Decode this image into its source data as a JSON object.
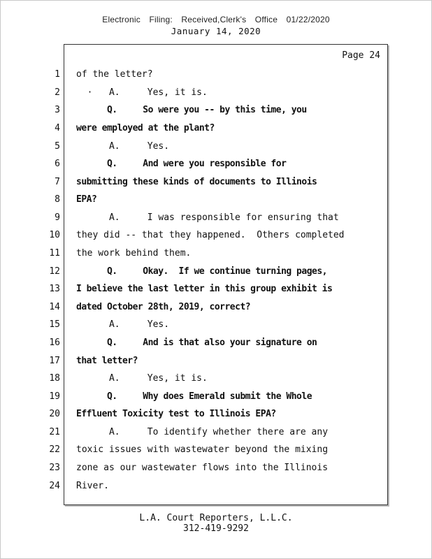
{
  "header": {
    "filing_line": "Electronic Filing: Received,Clerk's Office 01/22/2020",
    "date_line": "January 14, 2020"
  },
  "page": {
    "page_label": "Page 24"
  },
  "transcript": {
    "lines": [
      {
        "n": 1,
        "t": "of the letter?",
        "b": false
      },
      {
        "n": 2,
        "t": "  ·   A.     Yes, it is.",
        "b": false
      },
      {
        "n": 3,
        "t": "      Q.     So were you -- by this time, you",
        "b": true
      },
      {
        "n": 4,
        "t": "were employed at the plant?",
        "b": true
      },
      {
        "n": 5,
        "t": "      A.     Yes.",
        "b": false
      },
      {
        "n": 6,
        "t": "      Q.     And were you responsible for",
        "b": true
      },
      {
        "n": 7,
        "t": "submitting these kinds of documents to Illinois",
        "b": true
      },
      {
        "n": 8,
        "t": "EPA?",
        "b": true
      },
      {
        "n": 9,
        "t": "      A.     I was responsible for ensuring that",
        "b": false
      },
      {
        "n": 10,
        "t": "they did -- that they happened.  Others completed",
        "b": false
      },
      {
        "n": 11,
        "t": "the work behind them.",
        "b": false
      },
      {
        "n": 12,
        "t": "      Q.     Okay.  If we continue turning pages,",
        "b": true
      },
      {
        "n": 13,
        "t": "I believe the last letter in this group exhibit is",
        "b": true
      },
      {
        "n": 14,
        "t": "dated October 28th, 2019, correct?",
        "b": true
      },
      {
        "n": 15,
        "t": "      A.     Yes.",
        "b": false
      },
      {
        "n": 16,
        "t": "      Q.     And is that also your signature on",
        "b": true
      },
      {
        "n": 17,
        "t": "that letter?",
        "b": true
      },
      {
        "n": 18,
        "t": "      A.     Yes, it is.",
        "b": false
      },
      {
        "n": 19,
        "t": "      Q.     Why does Emerald submit the Whole",
        "b": true
      },
      {
        "n": 20,
        "t": "Effluent Toxicity test to Illinois EPA?",
        "b": true
      },
      {
        "n": 21,
        "t": "      A.     To identify whether there are any",
        "b": false
      },
      {
        "n": 22,
        "t": "toxic issues with wastewater beyond the mixing",
        "b": false
      },
      {
        "n": 23,
        "t": "zone as our wastewater flows into the Illinois",
        "b": false
      },
      {
        "n": 24,
        "t": "River.",
        "b": false
      }
    ]
  },
  "footer": {
    "company": "L.A. Court Reporters, L.L.C.",
    "phone": "312-419-9292"
  }
}
